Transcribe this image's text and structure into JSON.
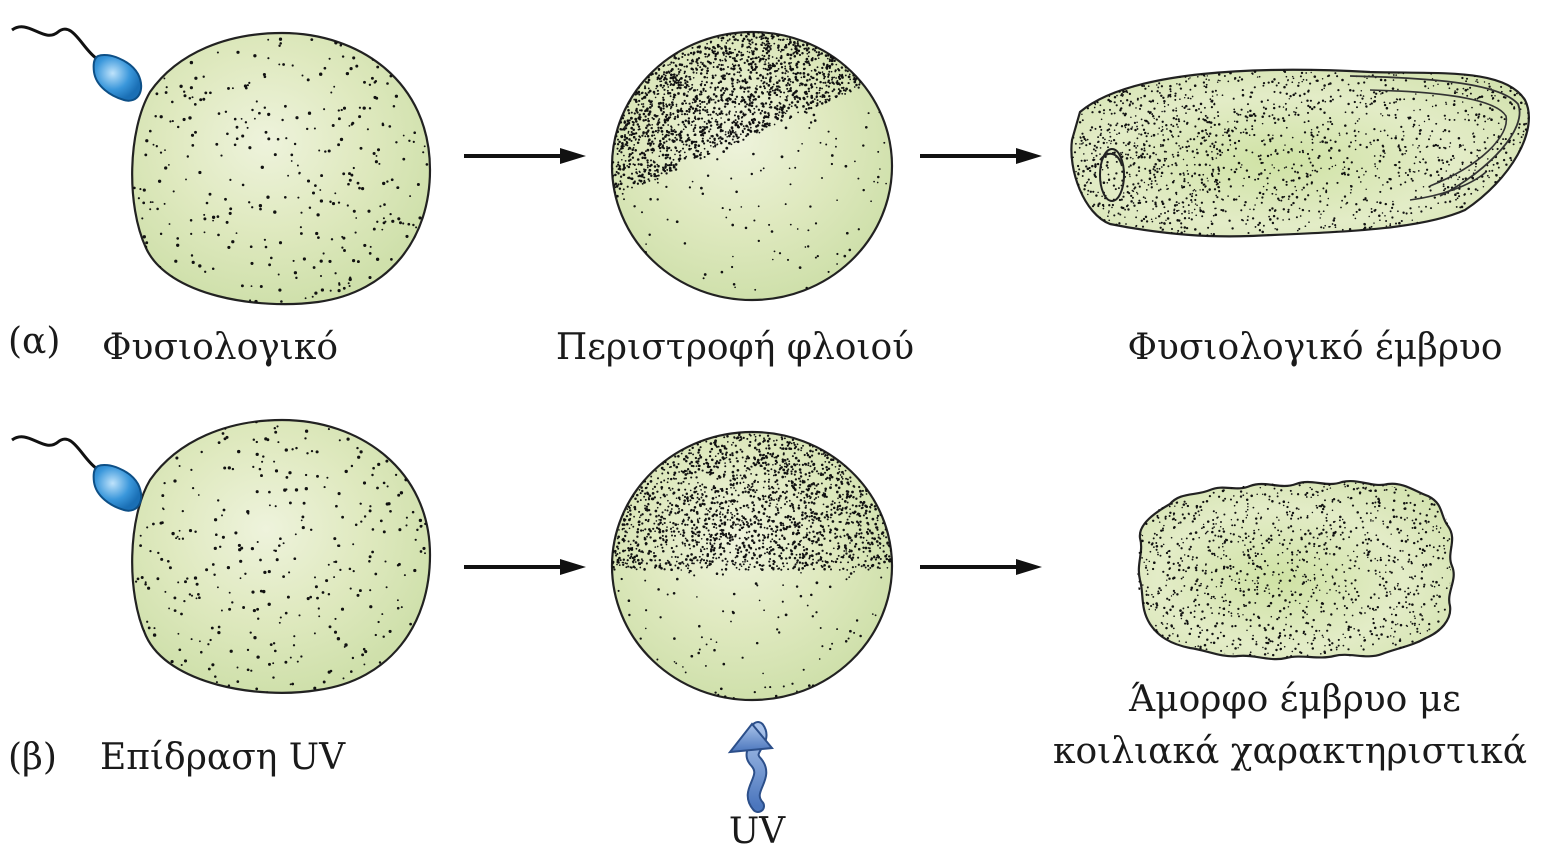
{
  "rows": [
    {
      "tag": "(α)",
      "caption_left": "Φυσιολογικό",
      "caption_middle": "Περιστροφή φλοιού",
      "caption_right": "Φυσιολογικό έμβρυο"
    },
    {
      "tag": "(β)",
      "caption_left": "Επίδραση UV",
      "caption_right_line1": "Άμορφο έμβρυο με",
      "caption_right_line2": "κοιλιακά χαρακτηριστικά",
      "uv_label": "UV"
    }
  ],
  "colors": {
    "egg_fill": "#dfe9bf",
    "egg_highlight": "#eef3dc",
    "egg_shade": "#c7dba0",
    "stipple": "#111111",
    "sperm_head": "#2e8fd6",
    "uv_arrow": "#5b86c7",
    "arrow": "#111111"
  }
}
